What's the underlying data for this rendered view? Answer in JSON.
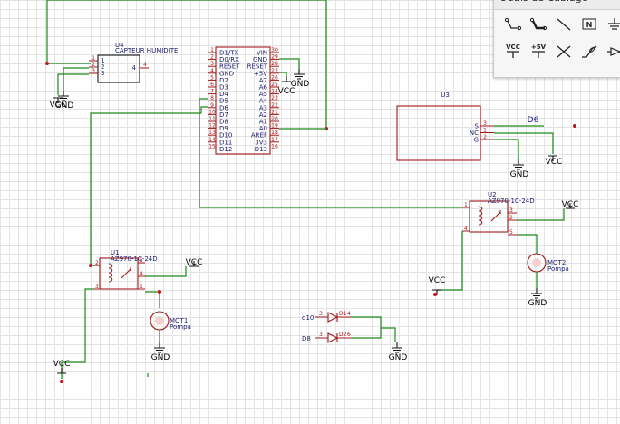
{
  "toolbox": {
    "title": "Outils de Cablage",
    "tools": [
      {
        "name": "wire-tool-icon"
      },
      {
        "name": "bus-tool-icon"
      },
      {
        "name": "line-tool-icon"
      },
      {
        "name": "net-label-tool",
        "label": "N"
      },
      {
        "name": "ground-tool-icon"
      },
      {
        "name": "vcc-tool",
        "label": "VCC"
      },
      {
        "name": "plus5v-tool",
        "label": "+5V"
      },
      {
        "name": "no-connect-tool-icon"
      },
      {
        "name": "probe-tool-icon"
      },
      {
        "name": "power-flag-tool-icon"
      }
    ]
  },
  "schematic": {
    "u4": {
      "ref": "U4",
      "name": "CAPTEUR HUMIDITE",
      "pins": [
        "1",
        "2",
        "3"
      ],
      "out_pin": "4"
    },
    "mcu": {
      "left_pins": [
        "D1/TX",
        "D0/RX",
        "RESET",
        "GND",
        "D2",
        "D3",
        "D4",
        "D5",
        "D6",
        "D7",
        "D8",
        "D9",
        "D10",
        "D11",
        "D12"
      ],
      "left_nums": [
        "1",
        "2",
        "3",
        "4",
        "5",
        "6",
        "7",
        "8",
        "9",
        "10",
        "11",
        "12",
        "13",
        "14",
        "15"
      ],
      "right_pins": [
        "VIN",
        "GND",
        "RESET",
        "+5V",
        "A7",
        "A6",
        "A5",
        "A4",
        "A3",
        "A2",
        "A1",
        "A0",
        "AREF",
        "3V3",
        "D13"
      ],
      "right_nums": [
        "30",
        "29",
        "28",
        "27",
        "26",
        "25",
        "24",
        "23",
        "22",
        "21",
        "20",
        "19",
        "18",
        "17",
        "16"
      ]
    },
    "u3": {
      "ref": "U3",
      "pins": [
        "S",
        "NC",
        "G"
      ],
      "pin_nums": [
        "3",
        "1",
        "2"
      ],
      "net_label": "D6"
    },
    "u1": {
      "ref": "U1",
      "part": "AZ970-1C-24D",
      "pins": [
        "2",
        "3",
        "5",
        "1",
        "4"
      ]
    },
    "u2": {
      "ref": "U2",
      "part": "AZ970-1C-24D",
      "pins": [
        "1",
        "2",
        "3",
        "4",
        "5"
      ]
    },
    "mot1": {
      "ref": "MOT1",
      "value": "Pompa"
    },
    "mot2": {
      "ref": "MOT2",
      "value": "Pompa"
    },
    "d1": {
      "ref": "D1",
      "net": "d10",
      "pins": [
        "3",
        "4"
      ]
    },
    "d2": {
      "ref": "D2",
      "net": "D8",
      "pins": [
        "3",
        "6"
      ]
    },
    "power": {
      "gnd": "GND",
      "vcc": "VCC"
    }
  }
}
